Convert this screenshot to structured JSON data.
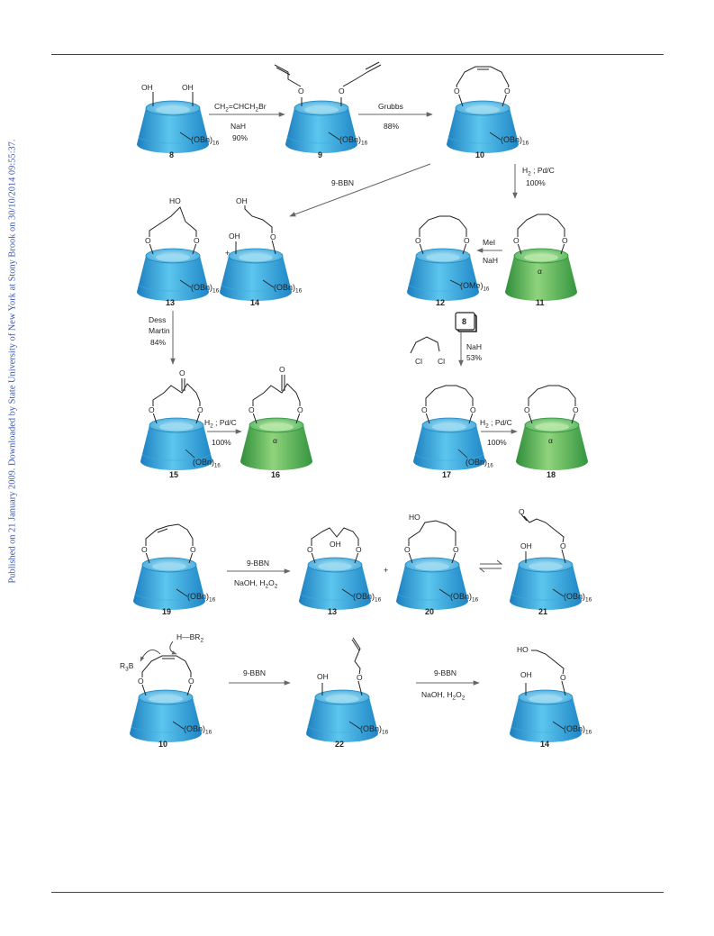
{
  "sidebar_text": "Published on 21 January 2009. Downloaded by State University of New York at Stony Brook on 30/10/2014 09:55:37.",
  "colors": {
    "blue": "#2f9fd6",
    "blue_light": "#8fd4ef",
    "green": "#3fae4d",
    "green_light": "#a7dd92",
    "arrow": "#777777"
  },
  "substituents": {
    "obn": "(OBn)",
    "ome": "(OMe)",
    "sub16": "16",
    "alpha": "α"
  },
  "atoms": {
    "O": "O",
    "OH": "OH",
    "HO": "HO",
    "Cl": "Cl",
    "H": "H",
    "BR2": "—BR",
    "R3B": "R",
    "sub2": "2",
    "sub3": "3",
    "B": "B"
  },
  "compounds": {
    "c8": "8",
    "c9": "9",
    "c10": "10",
    "c11": "11",
    "c12": "12",
    "c13": "13",
    "c14": "14",
    "c15": "15",
    "c16": "16",
    "c17": "17",
    "c18": "18",
    "c19": "19",
    "c20": "20",
    "c21": "21",
    "c22": "22"
  },
  "reagents": {
    "r1a": "CH",
    "r1a_rest": "=CHCH",
    "r1a_end": "Br",
    "r1b": "NaH",
    "r1c": "90%",
    "r2a": "Grubbs",
    "r2b": "88%",
    "r3a": "H",
    "r3a_rest": " ; Pd/C",
    "r3b": "100%",
    "r4": "9-BBN",
    "r5a": "MeI",
    "r5b": "NaH",
    "r6a": "Dess",
    "r6b": "Martin",
    "r6c": "84%",
    "r7a": "H",
    "r7a_rest": " ; Pd/C",
    "r7b": "100%",
    "r8box": "8",
    "r8a": "NaH",
    "r8b": "53%",
    "r9a": "H",
    "r9a_rest": " ; Pd/C",
    "r9b": "100%",
    "r10a": "9-BBN",
    "r10b": "NaOH, H",
    "r10b_end": "O",
    "sub2": "2",
    "r11": "9-BBN",
    "r12a": "9-BBN",
    "r12b": "NaOH, H",
    "r12b_end": "O",
    "plus": "+"
  }
}
